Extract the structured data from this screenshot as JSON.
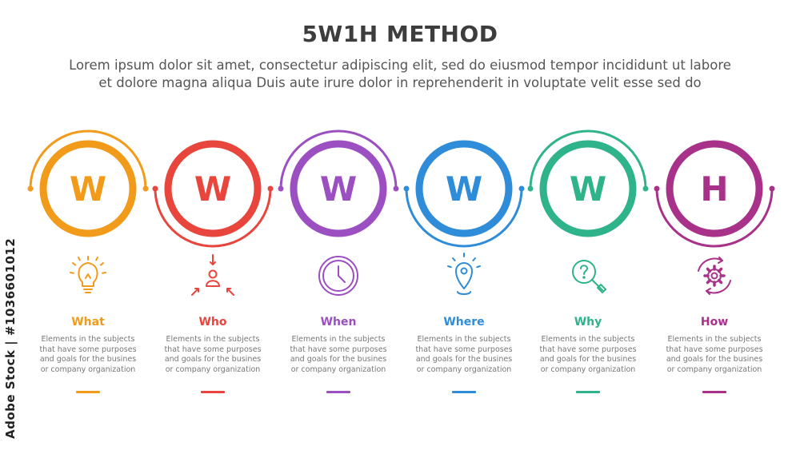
{
  "header": {
    "title": "5W1H METHOD",
    "subtitle_line1": "Lorem ipsum dolor sit amet, consectetur adipiscing elit, sed do eiusmod tempor incididunt ut labore",
    "subtitle_line2": "et dolore magna aliqua Duis aute irure dolor in reprehenderit in voluptate velit esse sed do"
  },
  "watermark_side": "Adobe Stock | #1036601012",
  "items": [
    {
      "letter": "W",
      "label": "What",
      "icon": "lightbulb-icon",
      "color": "#f29a1a",
      "desc": "Elements in the subjects\nthat have some purposes\nand goals for the  busines\nor company organization"
    },
    {
      "letter": "W",
      "label": "Who",
      "icon": "person-arrows-icon",
      "color": "#e8453c",
      "desc": "Elements in the subjects\nthat have some purposes\nand goals for the  busines\nor company organization"
    },
    {
      "letter": "W",
      "label": "When",
      "icon": "clock-icon",
      "color": "#9b4fc1",
      "desc": "Elements in the subjects\nthat have some purposes\nand goals for the  busines\nor company organization"
    },
    {
      "letter": "W",
      "label": "Where",
      "icon": "location-pin-icon",
      "color": "#2f8cd8",
      "desc": "Elements in the subjects\nthat have some purposes\nand goals for the  busines\nor company organization"
    },
    {
      "letter": "W",
      "label": "Why",
      "icon": "magnifier-question-icon",
      "color": "#2eb38a",
      "desc": "Elements in the subjects\nthat have some purposes\nand goals for the  busines\nor company organization"
    },
    {
      "letter": "H",
      "label": "How",
      "icon": "gear-cycle-icon",
      "color": "#a8318a",
      "desc": "Elements in the subjects\nthat have some purposes\nand goals for the  busines\nor company organization"
    }
  ]
}
